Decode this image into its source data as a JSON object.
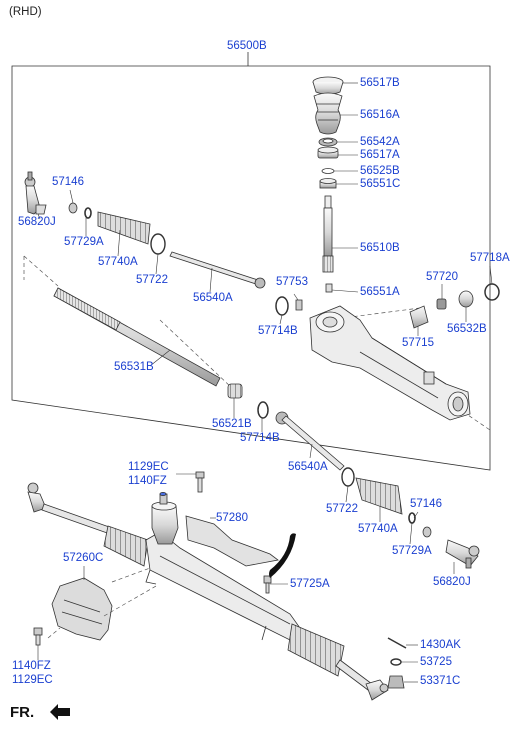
{
  "header": {
    "variant": "(RHD)"
  },
  "assembly": "56500B",
  "labels": {
    "p56517B_top": "56517B",
    "p56516A": "56516A",
    "p56542A": "56542A",
    "p56517A": "56517A",
    "p56525B": "56525B",
    "p56551C": "56551C",
    "p56510B": "56510B",
    "p56551A": "56551A",
    "p57146_l": "57146",
    "p56820J_l": "56820J",
    "p57729A_l": "57729A",
    "p57740A_l": "57740A",
    "p57722_l": "57722",
    "p56540A_l": "56540A",
    "p57753": "57753",
    "p57714B_l": "57714B",
    "p57720": "57720",
    "p57718A": "57718A",
    "p56532B": "56532B",
    "p57715": "57715",
    "p56531B": "56531B",
    "p56521B": "56521B",
    "p57714B_r": "57714B",
    "p56540A_r": "56540A",
    "p57722_r": "57722",
    "p57740A_r": "57740A",
    "p57146_r": "57146",
    "p57729A_r": "57729A",
    "p56820J_r": "56820J",
    "p1129EC_top": "1129EC",
    "p1140FZ_top": "1140FZ",
    "p57280": "57280",
    "p57260C": "57260C",
    "p57725A": "57725A",
    "p1430AK": "1430AK",
    "p53725": "53725",
    "p53371C": "53371C",
    "p1140FZ_bot": "1140FZ",
    "p1129EC_bot": "1129EC"
  },
  "footer": {
    "direction": "FR."
  },
  "colors": {
    "label": "#1a3fd0",
    "line": "#333333",
    "part_fill": "#e9e9e9"
  }
}
